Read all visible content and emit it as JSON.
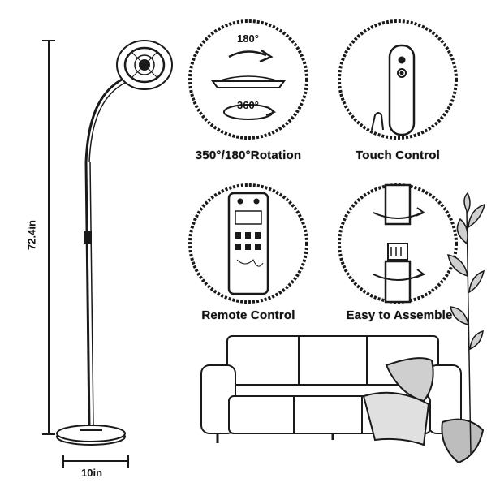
{
  "dimensions": {
    "height": "72.4in",
    "base_width": "10in"
  },
  "features": [
    {
      "label": "350°/180°Rotation",
      "annotations": {
        "top": "180°",
        "bottom": "360°"
      }
    },
    {
      "label": "Touch Control"
    },
    {
      "label": "Remote Control"
    },
    {
      "label": "Easy to Assemble"
    }
  ],
  "colors": {
    "ink": "#1a1a1a",
    "background": "#ffffff"
  },
  "icons": [
    "floor-lamp-illustration",
    "rotation-arrow-icon",
    "touch-panel-icon",
    "remote-icon",
    "assembly-arrow-icon",
    "sofa-illustration",
    "plant-illustration"
  ]
}
